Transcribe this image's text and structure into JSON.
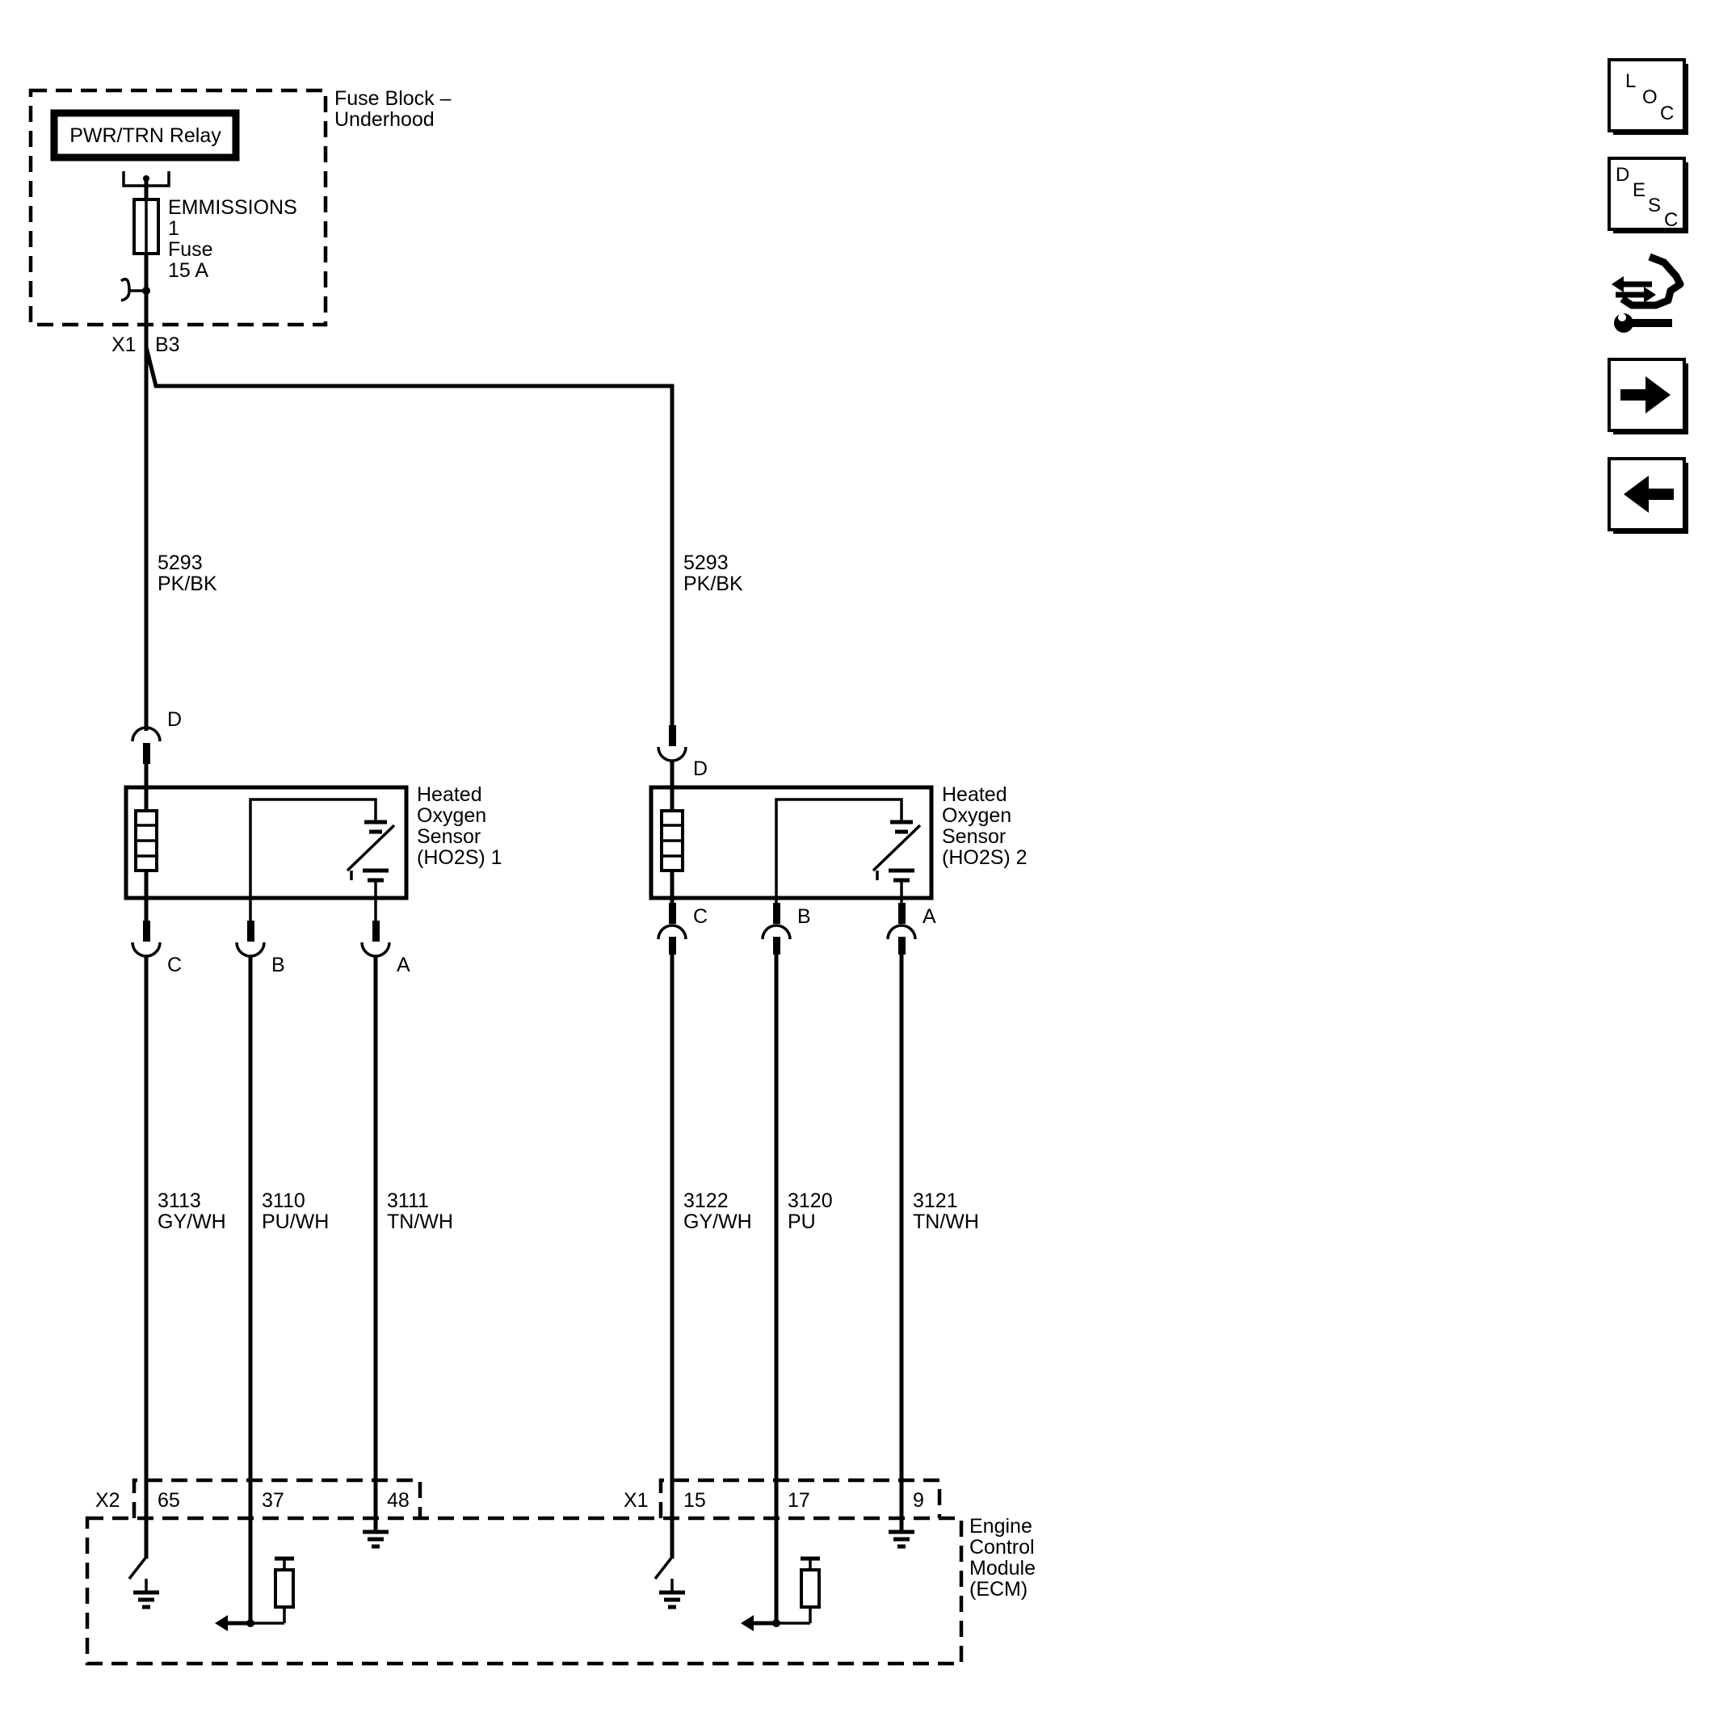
{
  "fuse_block": {
    "title_line1": "Fuse Block –",
    "title_line2": "Underhood",
    "relay_label": "PWR/TRN Relay",
    "fuse_name_line1": "EMMISSIONS",
    "fuse_name_line2": "1",
    "fuse_name_line3": "Fuse",
    "fuse_rating": "15 A",
    "connector": "X1",
    "pin": "B3"
  },
  "feed_wires": [
    {
      "circuit": "5293",
      "color": "PK/BK"
    },
    {
      "circuit": "5293",
      "color": "PK/BK"
    }
  ],
  "sensors": [
    {
      "name_line1": "Heated",
      "name_line2": "Oxygen",
      "name_line3": "Sensor",
      "name_line4": "(HO2S) 1",
      "pins": {
        "d": "D",
        "c": "C",
        "b": "B",
        "a": "A"
      },
      "wires": [
        {
          "circuit": "3113",
          "color": "GY/WH"
        },
        {
          "circuit": "3110",
          "color": "PU/WH"
        },
        {
          "circuit": "3111",
          "color": "TN/WH"
        }
      ]
    },
    {
      "name_line1": "Heated",
      "name_line2": "Oxygen",
      "name_line3": "Sensor",
      "name_line4": "(HO2S) 2",
      "pins": {
        "d": "D",
        "c": "C",
        "b": "B",
        "a": "A"
      },
      "wires": [
        {
          "circuit": "3122",
          "color": "GY/WH"
        },
        {
          "circuit": "3120",
          "color": "PU"
        },
        {
          "circuit": "3121",
          "color": "TN/WH"
        }
      ]
    }
  ],
  "ecm": {
    "name_line1": "Engine",
    "name_line2": "Control",
    "name_line3": "Module",
    "name_line4": "(ECM)",
    "connectors": [
      {
        "name": "X2",
        "pins": [
          "65",
          "37",
          "48"
        ]
      },
      {
        "name": "X1",
        "pins": [
          "15",
          "17",
          "9"
        ]
      }
    ]
  },
  "nav_buttons": {
    "loc": {
      "l1": "L",
      "l2": "O",
      "l3": "C"
    },
    "desc": {
      "l1": "D",
      "l2": "E",
      "l3": "S",
      "l4": "C"
    },
    "icons": [
      "diagnostic-connector-icon",
      "next-arrow-icon",
      "back-arrow-icon"
    ]
  }
}
